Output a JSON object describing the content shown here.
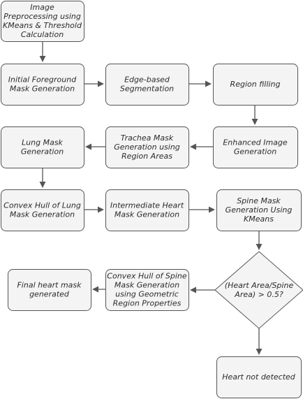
{
  "nodes": [
    {
      "id": "image-preprocessing",
      "lines": [
        "Image",
        "Preprocessing using",
        "KMeans & Threshold",
        "Calculation"
      ]
    },
    {
      "id": "initial-foreground-mask",
      "lines": [
        "Initial Foreground",
        "Mask Generation"
      ]
    },
    {
      "id": "edge-based-segmentation",
      "lines": [
        "Edge-based",
        "Segmentation"
      ]
    },
    {
      "id": "region-filling",
      "lines": [
        "Region filling"
      ]
    },
    {
      "id": "enhanced-image",
      "lines": [
        "Enhanced Image",
        "Generation"
      ]
    },
    {
      "id": "trachea-mask",
      "lines": [
        "Trachea Mask",
        "Generation using",
        "Region Areas"
      ]
    },
    {
      "id": "lung-mask",
      "lines": [
        "Lung Mask",
        "Generation"
      ]
    },
    {
      "id": "convex-hull-lung",
      "lines": [
        "Convex Hull of Lung",
        "Mask Generation"
      ]
    },
    {
      "id": "intermediate-heart-mask",
      "lines": [
        "Intermediate Heart",
        "Mask Generation"
      ]
    },
    {
      "id": "spine-mask",
      "lines": [
        "Spine Mask",
        "Generation Using",
        "KMeans"
      ]
    },
    {
      "id": "decision-heart-spine-ratio",
      "lines": [
        "(Heart Area/Spine",
        "Area) > 0.5?"
      ]
    },
    {
      "id": "convex-hull-spine",
      "lines": [
        "Convex Hull of Spine",
        "Mask Generation",
        "using Geometric",
        "Region Properties"
      ]
    },
    {
      "id": "final-heart-mask",
      "lines": [
        "Final heart mask",
        "generated"
      ]
    },
    {
      "id": "heart-not-detected",
      "lines": [
        "Heart not detected"
      ]
    }
  ],
  "edges": [
    {
      "from": "image-preprocessing",
      "to": "initial-foreground-mask"
    },
    {
      "from": "initial-foreground-mask",
      "to": "edge-based-segmentation"
    },
    {
      "from": "edge-based-segmentation",
      "to": "region-filling"
    },
    {
      "from": "region-filling",
      "to": "enhanced-image"
    },
    {
      "from": "enhanced-image",
      "to": "trachea-mask"
    },
    {
      "from": "trachea-mask",
      "to": "lung-mask"
    },
    {
      "from": "lung-mask",
      "to": "convex-hull-lung"
    },
    {
      "from": "convex-hull-lung",
      "to": "intermediate-heart-mask"
    },
    {
      "from": "intermediate-heart-mask",
      "to": "spine-mask"
    },
    {
      "from": "spine-mask",
      "to": "decision-heart-spine-ratio"
    },
    {
      "from": "decision-heart-spine-ratio",
      "to": "convex-hull-spine"
    },
    {
      "from": "convex-hull-spine",
      "to": "final-heart-mask"
    },
    {
      "from": "decision-heart-spine-ratio",
      "to": "heart-not-detected"
    }
  ]
}
